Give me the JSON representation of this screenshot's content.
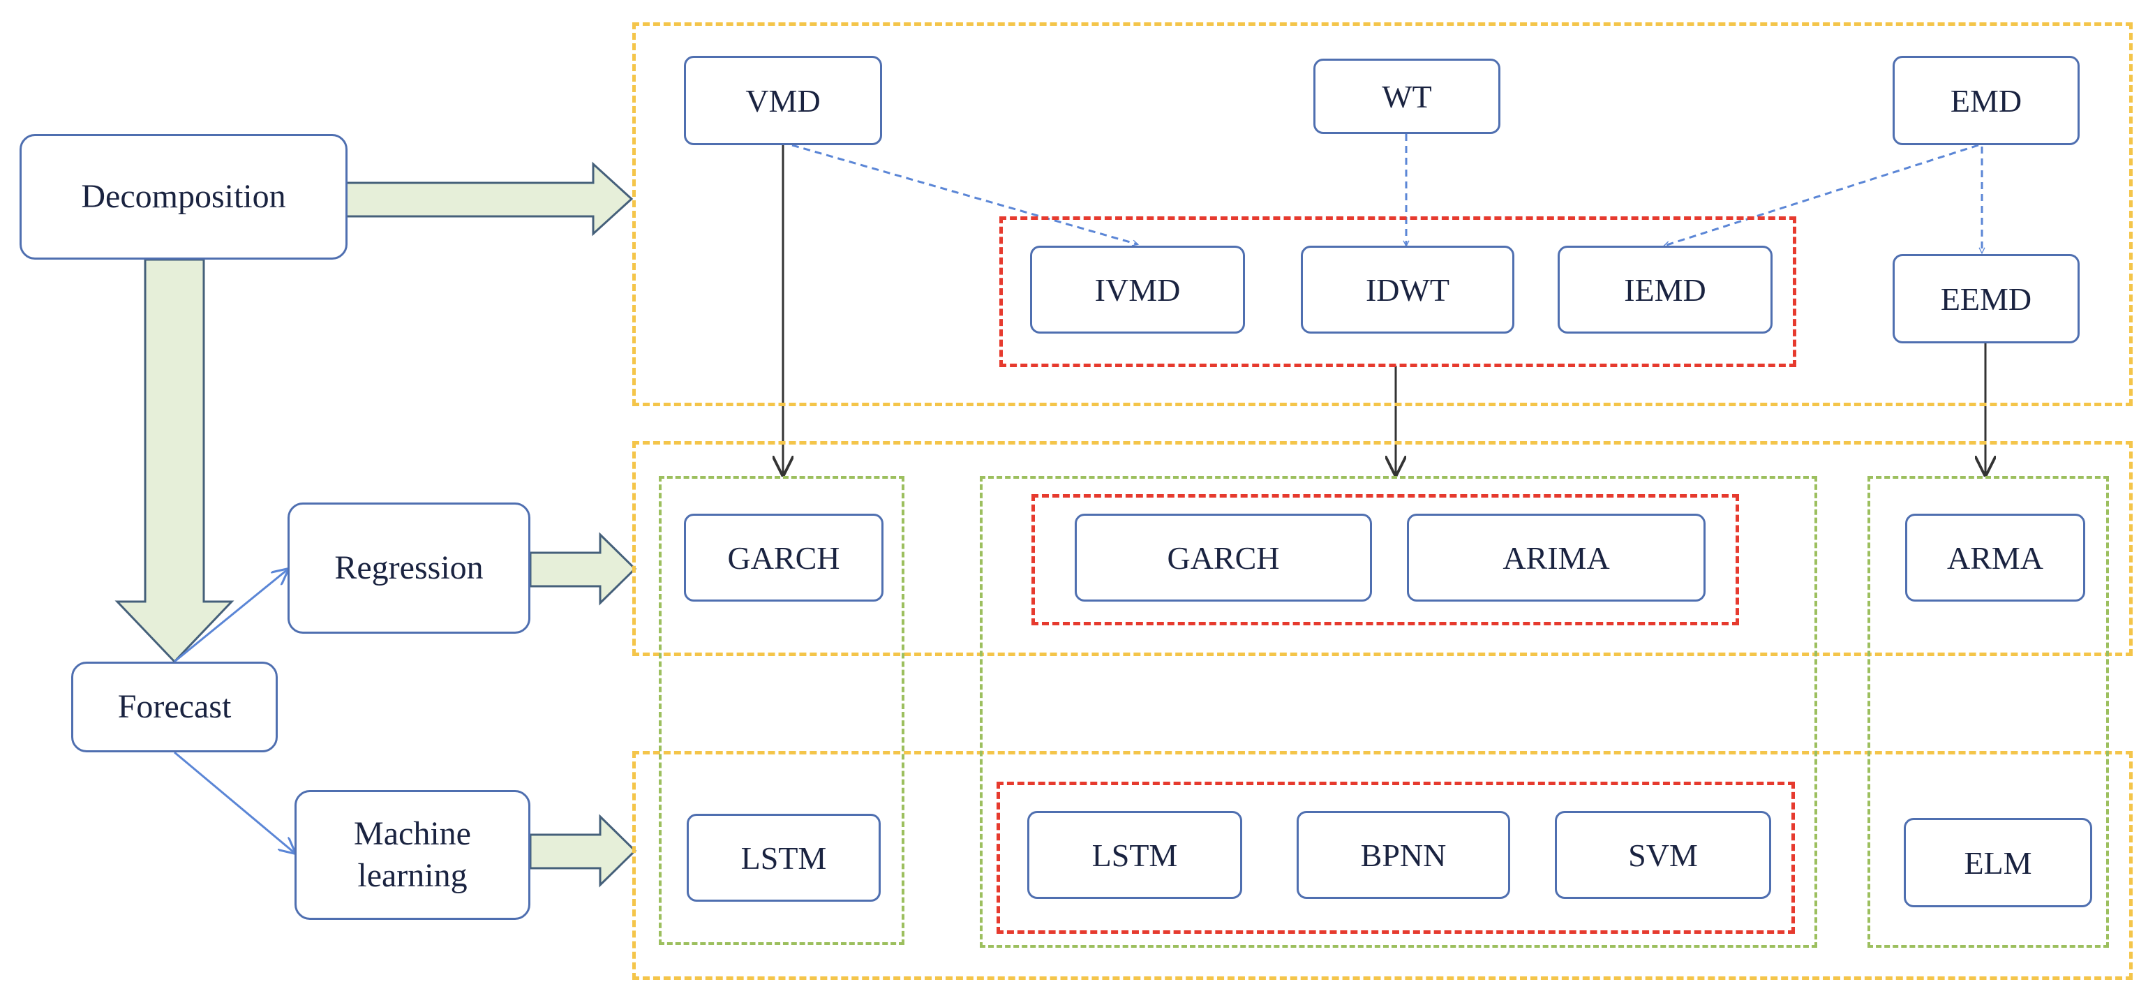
{
  "categories": {
    "decomposition": "Decomposition",
    "forecast": "Forecast",
    "regression": "Regression",
    "machine_learning_line1": "Machine",
    "machine_learning_line2": "learning"
  },
  "decomposition_methods": {
    "vmd": "VMD",
    "wt": "WT",
    "emd": "EMD",
    "ivmd": "IVMD",
    "idwt": "IDWT",
    "iemd": "IEMD",
    "eemd": "EEMD"
  },
  "regression_models": {
    "garch_left": "GARCH",
    "garch_mid": "GARCH",
    "arima": "ARIMA",
    "arma": "ARMA"
  },
  "ml_models": {
    "lstm_left": "LSTM",
    "lstm_mid": "LSTM",
    "bpnn": "BPNN",
    "svm": "SVM",
    "elm": "ELM"
  },
  "colors": {
    "box_border": "#4f6fb0",
    "block_arrow_fill": "#e6efd9",
    "section_frame": "#f4c54a",
    "column_frame": "#9cbf5e",
    "group_frame": "#e63a2e",
    "dashed_arrow": "#5b86d6",
    "solid_arrow": "#333333"
  }
}
